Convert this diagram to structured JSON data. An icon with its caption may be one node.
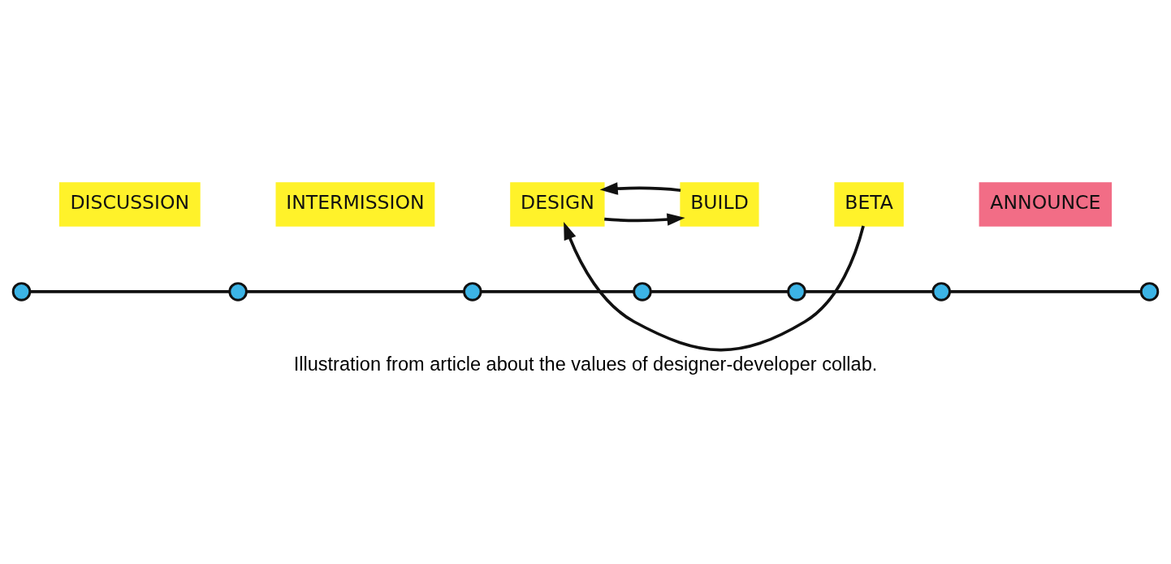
{
  "diagram": {
    "caption": "Illustration from article about the values of designer-developer collab.",
    "nodes": [
      {
        "text": [
          "DISCUSSION"
        ]
      },
      {
        "text": [
          "INTERMISSION"
        ]
      },
      {
        "text": [
          "DESIGN"
        ]
      },
      {
        "text": [
          "BUILD"
        ]
      },
      {
        "text": [
          "BETA"
        ]
      },
      {
        "text": [
          "ANNOUNCE"
        ]
      },
      {
        "text": [],
        "shape": "circle"
      },
      {
        "text": [],
        "shape": "circle"
      },
      {
        "text": [],
        "shape": "circle"
      },
      {
        "text": [],
        "shape": "circle"
      },
      {
        "text": [],
        "shape": "circle"
      },
      {
        "text": [],
        "shape": "circle"
      },
      {
        "text": [],
        "shape": "circle"
      }
    ],
    "edges": [
      {
        "from": 6,
        "to": 7,
        "arrow": "none"
      },
      {
        "from": 7,
        "to": 8,
        "arrow": "none"
      },
      {
        "from": 8,
        "to": 9,
        "arrow": "none"
      },
      {
        "from": 9,
        "to": 10,
        "arrow": "none"
      },
      {
        "from": 10,
        "to": 11,
        "arrow": "none"
      },
      {
        "from": 11,
        "to": 12,
        "arrow": "none"
      },
      {
        "from": 2,
        "to": 3,
        "arrow": "to"
      },
      {
        "from": 3,
        "to": 2,
        "arrow": "to"
      },
      {
        "from": 4,
        "to": 2,
        "arrow": "to"
      }
    ]
  }
}
